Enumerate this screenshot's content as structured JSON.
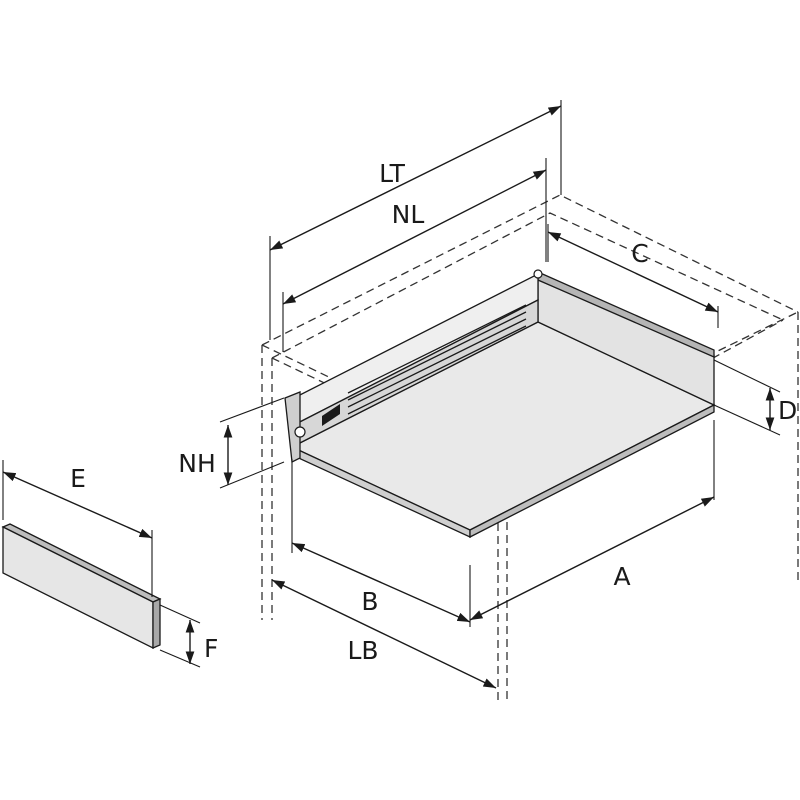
{
  "labels": {
    "lt": "LT",
    "nl": "NL",
    "c": "C",
    "d": "D",
    "nh": "NH",
    "a": "A",
    "b": "B",
    "lb": "LB",
    "e": "E",
    "f": "F"
  },
  "colors": {
    "line": "#1a1a1a",
    "panel_light": "#e9e9e9",
    "panel_mid": "#dcdcdc",
    "panel_dark": "#bfbfbf",
    "cabinet_dash": "#333333"
  }
}
